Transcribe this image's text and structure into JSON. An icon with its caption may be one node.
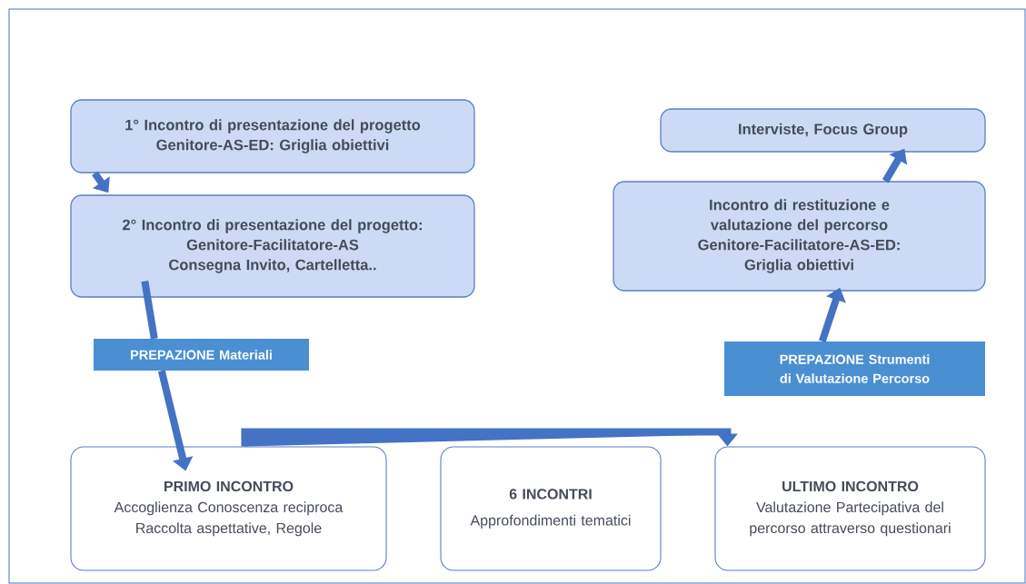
{
  "diagram": {
    "nodes": [
      {
        "text": [
          "1° Incontro di presentazione del progetto",
          "Genitore-AS-ED: Griglia obiettivi"
        ]
      },
      {
        "text": [
          "2° Incontro di presentazione del progetto:",
          "Genitore-Facilitatore-AS",
          "Consegna Invito, Cartelletta.."
        ]
      },
      {
        "text": [
          "PREPAZIONE Materiali"
        ]
      },
      {
        "text": [
          "PRIMO INCONTRO",
          "Accoglienza Conoscenza reciproca",
          "Raccolta aspettative, Regole"
        ]
      },
      {
        "text": [
          "6 INCONTRI",
          "Approfondimenti tematici"
        ]
      },
      {
        "text": [
          "ULTIMO INCONTRO",
          "Valutazione Partecipativa del percorso attraverso questionari"
        ]
      },
      {
        "text": [
          "PREPAZIONE Strumenti di Valutazione Percorso"
        ]
      },
      {
        "text": [
          "Incontro di restituzione e valutazione del percorso",
          "Genitore-Facilitatore-AS-ED:",
          "Griglia obiettivi"
        ]
      },
      {
        "text": [
          "Interviste, Focus Group"
        ]
      }
    ],
    "edges": [
      {
        "from": 0,
        "to": 1,
        "arrow": "to"
      },
      {
        "from": 1,
        "to": 2,
        "arrow": "none"
      },
      {
        "from": 2,
        "to": 3,
        "arrow": "to"
      },
      {
        "from": 3,
        "to": 5,
        "arrow": "to"
      },
      {
        "from": 6,
        "to": 7,
        "arrow": "to"
      },
      {
        "from": 7,
        "to": 8,
        "arrow": "to"
      }
    ]
  }
}
